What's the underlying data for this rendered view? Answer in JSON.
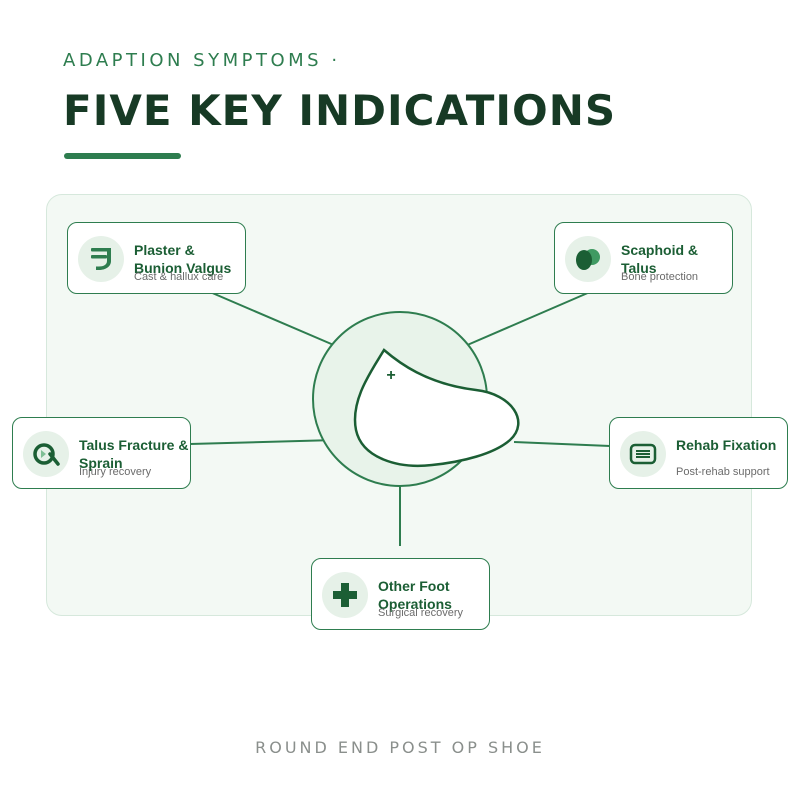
{
  "header": {
    "kicker": "ADAPTION SYMPTOMS ·",
    "title": "FIVE KEY INDICATIONS"
  },
  "hub": {
    "icon": "shoe-sole-icon",
    "plus": "+"
  },
  "indications": [
    {
      "title": "Plaster & Bunion Valgus",
      "subtitle": "Cast & hallux care",
      "icon": "plaster-icon"
    },
    {
      "title": "Scaphoid & Talus",
      "subtitle": "Bone protection",
      "icon": "bones-icon"
    },
    {
      "title": "Talus Fracture & Sprain",
      "subtitle": "Injury recovery",
      "icon": "fracture-icon"
    },
    {
      "title": "Rehab Fixation",
      "subtitle": "Post-rehab support",
      "icon": "fixation-icon"
    },
    {
      "title": "Other Foot Operations",
      "subtitle": "Surgical recovery",
      "icon": "medical-cross-icon"
    }
  ],
  "footer": {
    "product": "ROUND END POST OP SHOE"
  },
  "colors": {
    "accent": "#2e7d4f",
    "title": "#173a25",
    "panel": "#f3f9f4"
  }
}
